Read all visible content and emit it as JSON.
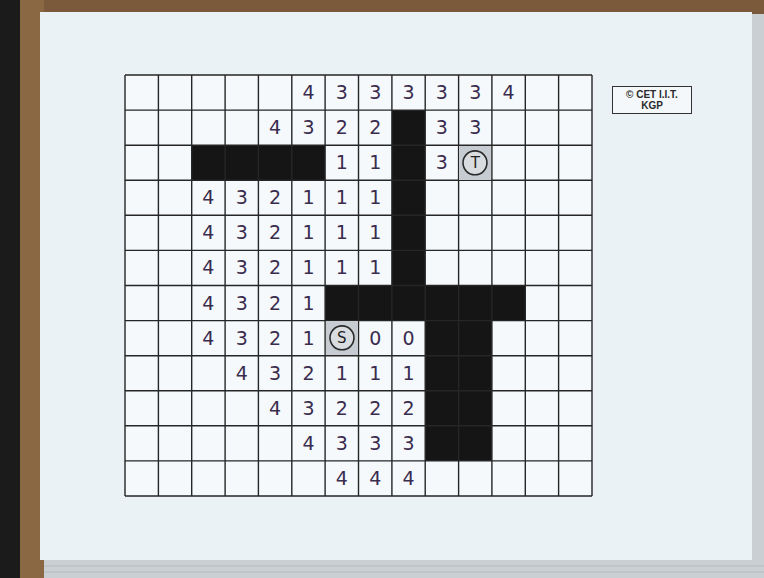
{
  "diagram": {
    "nodes": [
      {
        "text": [
          "© CET I.I.T. KGP"
        ]
      },
      {
        "text": [
          "T"
        ]
      },
      {
        "text": [
          "S"
        ]
      }
    ],
    "labels": [
      "4",
      "3",
      "3",
      "3",
      "3",
      "3",
      "4",
      "4",
      "3",
      "2",
      "2",
      "3",
      "3",
      "1",
      "1",
      "3",
      "4",
      "3",
      "2",
      "1",
      "1",
      "1",
      "4",
      "3",
      "2",
      "1",
      "1",
      "1",
      "4",
      "3",
      "2",
      "1",
      "1",
      "1",
      "4",
      "3",
      "2",
      "1",
      "4",
      "3",
      "2",
      "1",
      "0",
      "0",
      "4",
      "3",
      "2",
      "1",
      "1",
      "1",
      "4",
      "3",
      "2",
      "2",
      "2",
      "4",
      "3",
      "3",
      "3",
      "4",
      "4",
      "4"
    ]
  }
}
